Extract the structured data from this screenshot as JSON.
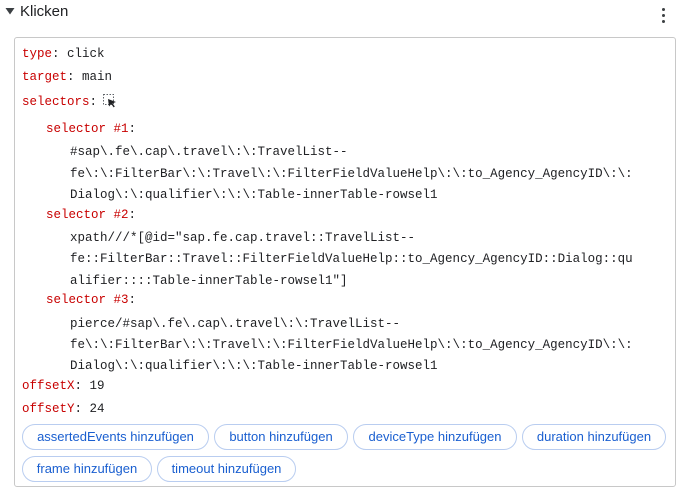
{
  "section": {
    "title": "Klicken",
    "expand_icon": "triangle-down-icon",
    "menu_icon": "more-vert-icon"
  },
  "step": {
    "type": {
      "key": "type",
      "value": "click"
    },
    "target": {
      "key": "target",
      "value": "main"
    },
    "selectors": {
      "key": "selectors",
      "icon": "select-element-icon"
    },
    "selector_list": [
      {
        "label": "selector #1",
        "lines": [
          "#sap\\.fe\\.cap\\.travel\\:\\:TravelList--",
          "fe\\:\\:FilterBar\\:\\:Travel\\:\\:FilterFieldValueHelp\\:\\:to_Agency_AgencyID\\:\\:",
          "Dialog\\:\\:qualifier\\:\\:\\:Table-innerTable-rowsel1"
        ]
      },
      {
        "label": "selector #2",
        "lines": [
          "xpath///*[@id=\"sap.fe.cap.travel::TravelList--",
          "fe::FilterBar::Travel::FilterFieldValueHelp::to_Agency_AgencyID::Dialog::qu",
          "alifier::::Table-innerTable-rowsel1\"]"
        ]
      },
      {
        "label": "selector #3",
        "lines": [
          "pierce/#sap\\.fe\\.cap\\.travel\\:\\:TravelList--",
          "fe\\:\\:FilterBar\\:\\:Travel\\:\\:FilterFieldValueHelp\\:\\:to_Agency_AgencyID\\:\\:",
          "Dialog\\:\\:qualifier\\:\\:\\:Table-innerTable-rowsel1"
        ]
      }
    ],
    "offsetX": {
      "key": "offsetX",
      "value": "19"
    },
    "offsetY": {
      "key": "offsetY",
      "value": "24"
    }
  },
  "add_buttons": [
    "assertedEvents hinzufügen",
    "button hinzufügen",
    "deviceType hinzufügen",
    "duration hinzufügen",
    "frame hinzufügen",
    "timeout hinzufügen"
  ],
  "colors": {
    "key": "#c80000",
    "button_text": "#1a5fd0",
    "button_border": "#b9cdf0"
  }
}
